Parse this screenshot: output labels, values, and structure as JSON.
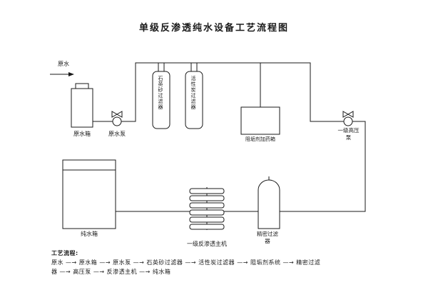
{
  "title": "单级反渗透纯水设备工艺流程图",
  "colors": {
    "ink": "#1a1a1a",
    "background": "#ffffff"
  },
  "labels": {
    "raw_water": "原水",
    "raw_water_tank": "原水箱",
    "raw_water_pump": "原水泵",
    "quartz_sand_filter": "石英砂过滤器",
    "activated_carbon_filter": "活性炭过滤器",
    "antiscalant_dosing_tank": "阻垢剂加药箱",
    "high_pressure_pump": "一级高压泵",
    "pure_water_tank": "纯水箱",
    "ro_main_unit": "一级反渗透主机",
    "precision_filter": "精密过滤器"
  },
  "process_flow": {
    "heading": "工艺流程:",
    "line1": "原水 —→ 原水箱 —→ 原水泵 —→ 石英砂过滤器 —→ 活性炭过滤器 —→ 阻垢剂系统 —→ 精密过滤",
    "line2": "器 —→ 高压泵 —→ 反渗透主机 —→ 纯水箱"
  }
}
